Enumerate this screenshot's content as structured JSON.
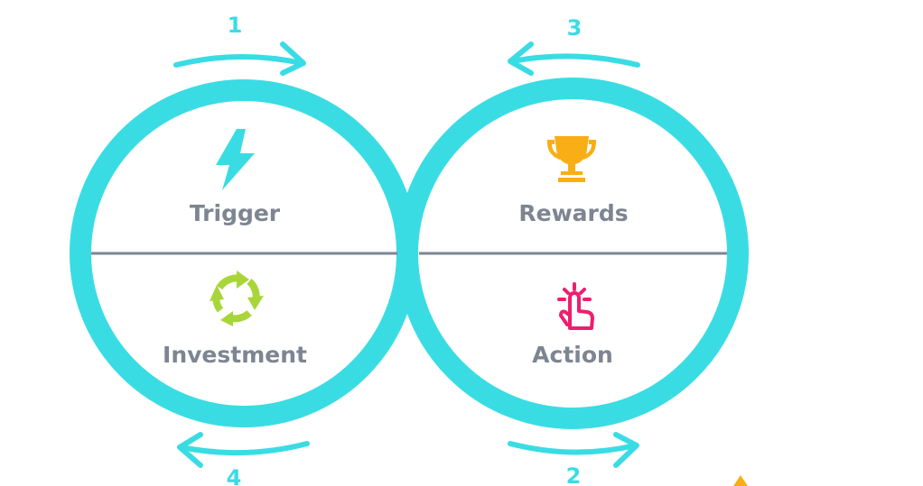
{
  "colors": {
    "ring": "#3adce4",
    "divider": "#7d8592",
    "label": "#7d8592",
    "number": "#3adce4",
    "trigger_icon": "#3adce4",
    "reward_icon": "#f9ae15",
    "investment_icon": "#a8d63a",
    "action_icon": "#ef1e6e"
  },
  "steps": [
    {
      "number": "1",
      "direction": "clockwise"
    },
    {
      "number": "2",
      "direction": "clockwise"
    },
    {
      "number": "3",
      "direction": "counterclockwise"
    },
    {
      "number": "4",
      "direction": "counterclockwise"
    }
  ],
  "phases": {
    "trigger": {
      "label": "Trigger",
      "icon": "lightning-bolt-icon"
    },
    "action": {
      "label": "Action",
      "icon": "tap-hand-icon"
    },
    "rewards": {
      "label": "Rewards",
      "icon": "trophy-icon"
    },
    "investment": {
      "label": "Investment",
      "icon": "cycle-arrows-icon"
    }
  }
}
